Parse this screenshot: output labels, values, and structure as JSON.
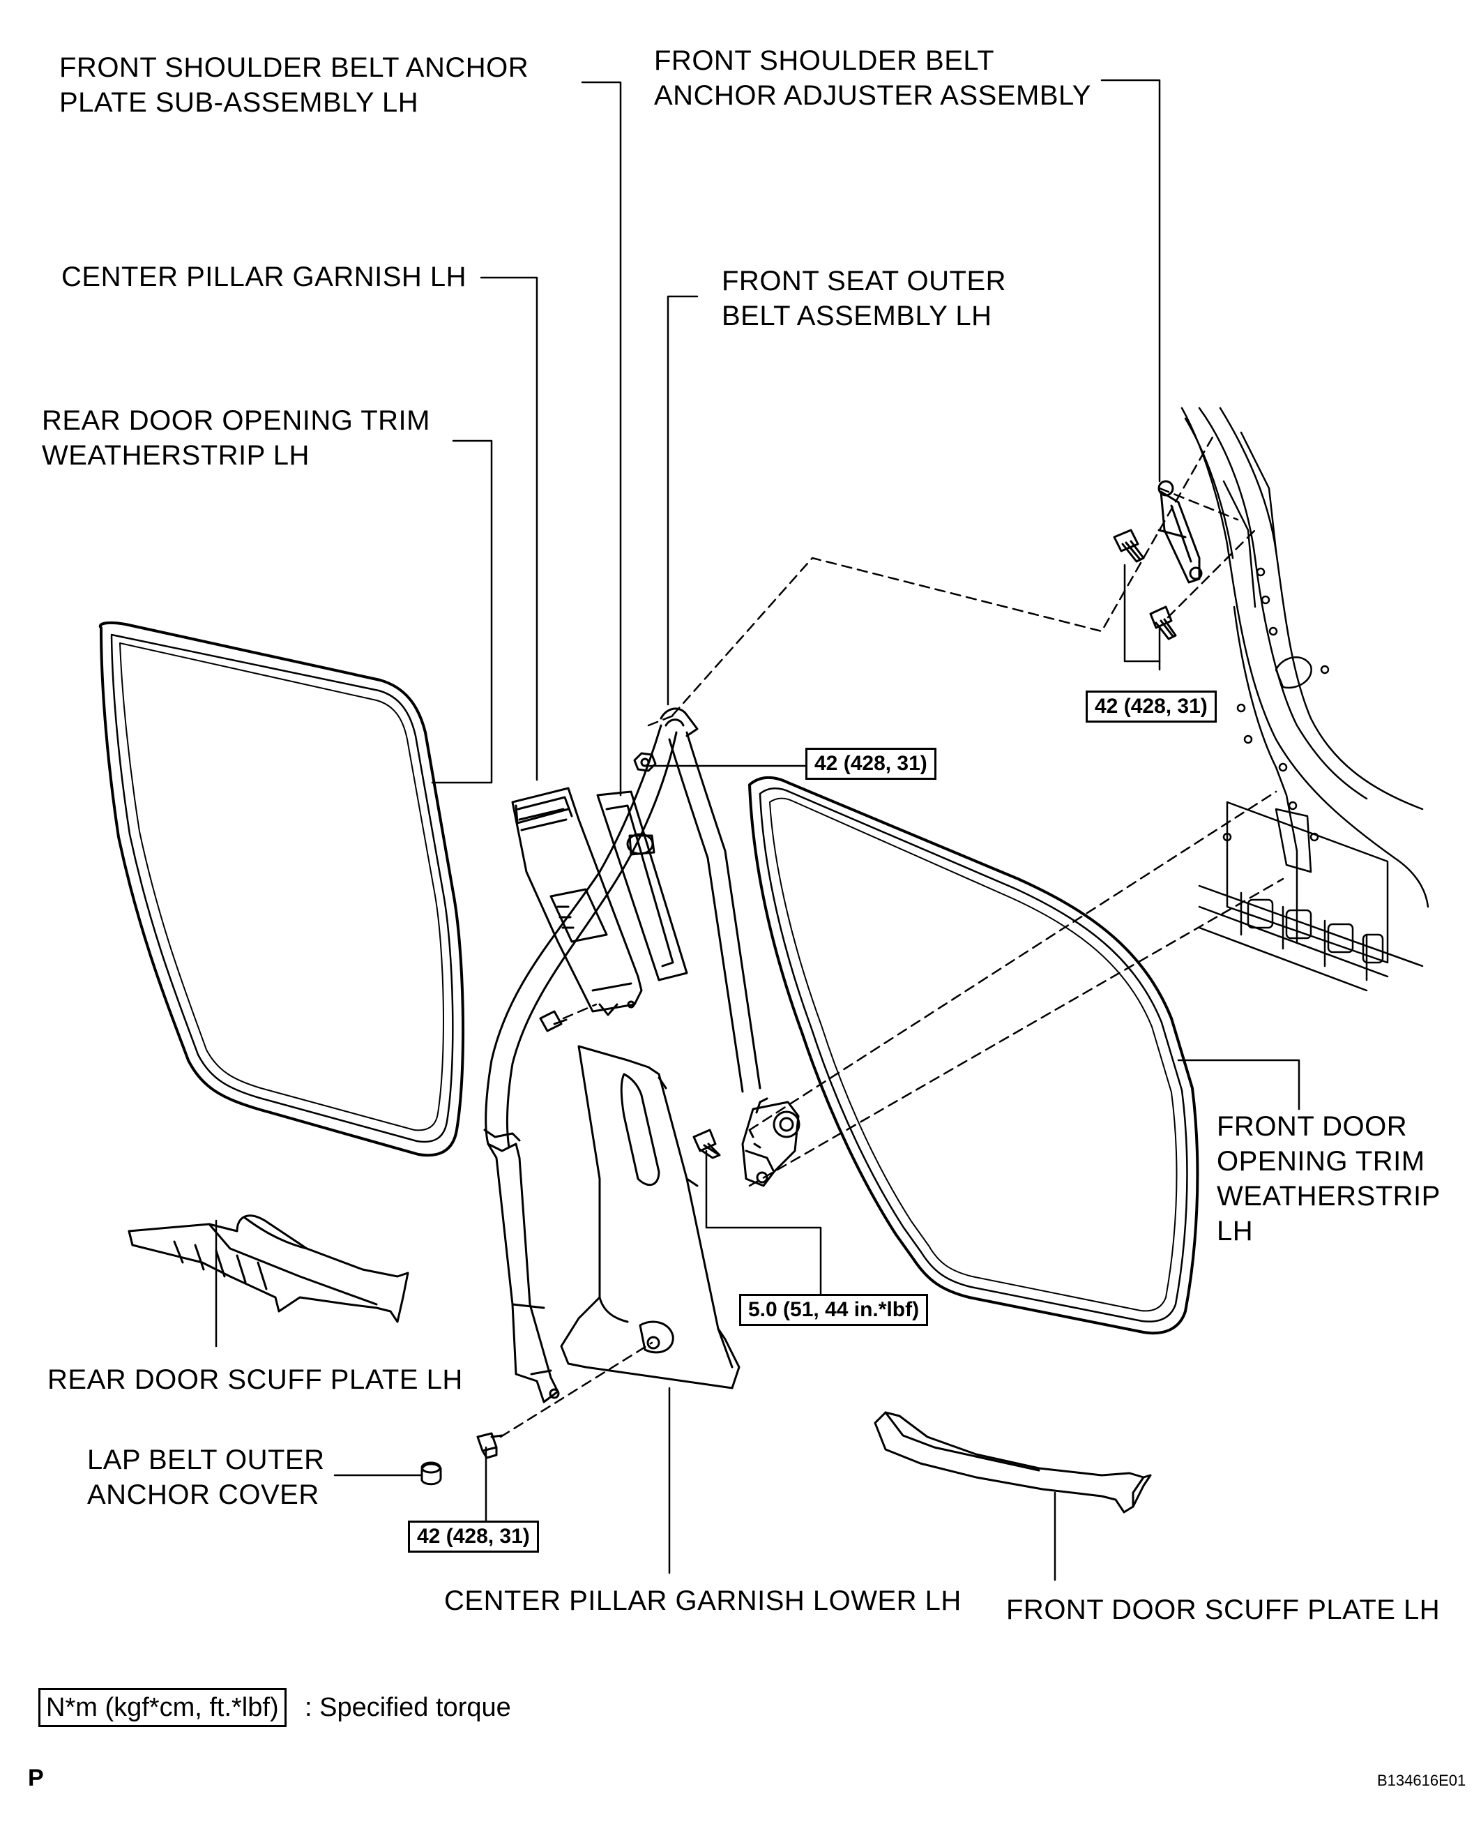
{
  "labels": {
    "front_shoulder_anchor_plate": [
      "FRONT SHOULDER BELT ANCHOR",
      "PLATE SUB-ASSEMBLY LH"
    ],
    "front_shoulder_adjuster": [
      "FRONT SHOULDER BELT",
      "ANCHOR ADJUSTER ASSEMBLY"
    ],
    "center_pillar_garnish": [
      "CENTER PILLAR GARNISH LH"
    ],
    "front_seat_outer_belt": [
      "FRONT SEAT OUTER",
      "BELT ASSEMBLY LH"
    ],
    "rear_door_trim_weatherstrip": [
      "REAR DOOR OPENING TRIM",
      "WEATHERSTRIP LH"
    ],
    "front_door_trim_weatherstrip": [
      "FRONT DOOR",
      "OPENING TRIM",
      "WEATHERSTRIP",
      "LH"
    ],
    "rear_door_scuff_plate": [
      "REAR DOOR SCUFF PLATE LH"
    ],
    "lap_belt_anchor_cover": [
      "LAP BELT OUTER",
      "ANCHOR COVER"
    ],
    "center_pillar_garnish_lower": [
      "CENTER PILLAR GARNISH LOWER LH"
    ],
    "front_door_scuff_plate": [
      "FRONT DOOR SCUFF PLATE LH"
    ]
  },
  "torques": {
    "adjuster_bolts": "42 (428, 31)",
    "upper_anchor_nut": "42 (428, 31)",
    "retractor_bolt": "5.0 (51, 44 in.*lbf)",
    "lower_anchor_bolt": "42 (428, 31)"
  },
  "legend": {
    "box_text": "N*m (kgf*cm, ft.*lbf)",
    "description": ": Specified torque"
  },
  "corner_mark": "P",
  "figure_id": "B134616E01"
}
